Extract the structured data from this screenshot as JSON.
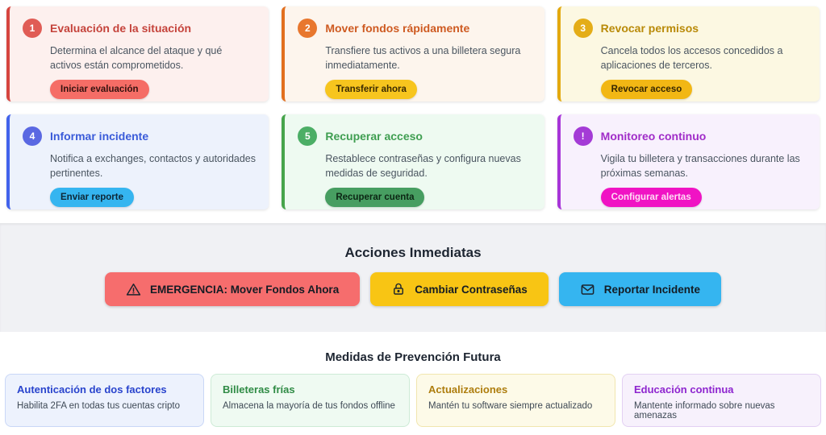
{
  "steps": [
    {
      "num": "1",
      "title": "Evaluación de la situación",
      "desc": "Determina el alcance del ataque y qué activos están comprometidos.",
      "button": "Iniciar evaluación",
      "colors": {
        "card_bg": "#fdf0ee",
        "accent": "#d6453f",
        "badge": "#e05c55",
        "title": "#c5433b",
        "btn_bg": "#f56d66",
        "btn_fg": "#33120f"
      }
    },
    {
      "num": "2",
      "title": "Mover fondos rápidamente",
      "desc": "Transfiere tus activos a una billetera segura inmediatamente.",
      "button": "Transferir ahora",
      "colors": {
        "card_bg": "#fdf5ed",
        "accent": "#e26f1e",
        "badge": "#e8772e",
        "title": "#ce5a21",
        "btn_bg": "#f7c51e",
        "btn_fg": "#3a2a02"
      }
    },
    {
      "num": "3",
      "title": "Revocar permisos",
      "desc": "Cancela todos los accesos concedidos a aplicaciones de terceros.",
      "button": "Revocar acceso",
      "colors": {
        "card_bg": "#fcf8e2",
        "accent": "#e3a90e",
        "badge": "#e4ad18",
        "title": "#b98a08",
        "btn_bg": "#f2b714",
        "btn_fg": "#362702"
      }
    },
    {
      "num": "4",
      "title": "Informar incidente",
      "desc": "Notifica a exchanges, contactos y autoridades pertinentes.",
      "button": "Enviar reporte",
      "colors": {
        "card_bg": "#edf2fc",
        "accent": "#4263eb",
        "badge": "#5a68e2",
        "title": "#3a5bd9",
        "btn_bg": "#35b5f0",
        "btn_fg": "#0d2737"
      }
    },
    {
      "num": "5",
      "title": "Recuperar acceso",
      "desc": "Restablece contraseñas y configura nuevas medidas de seguridad.",
      "button": "Recuperar cuenta",
      "colors": {
        "card_bg": "#eefaf1",
        "accent": "#46a44b",
        "badge": "#4cae66",
        "title": "#3f9e51",
        "btn_bg": "#479e61",
        "btn_fg": "#0c2614"
      }
    },
    {
      "num": "!",
      "title": "Monitoreo continuo",
      "desc": "Vigila tu billetera y transacciones durante las próximas semanas.",
      "button": "Configurar alertas",
      "colors": {
        "card_bg": "#f8f1fd",
        "accent": "#a735d8",
        "badge": "#a43bd6",
        "title": "#a02cc8",
        "btn_bg": "#f013c4",
        "btn_fg": "#ffddf5"
      }
    }
  ],
  "actions": {
    "heading": "Acciones Inmediatas",
    "buttons": [
      {
        "label": "EMERGENCIA: Mover Fondos Ahora",
        "icon": "warning-icon",
        "bg": "#f66d6d"
      },
      {
        "label": "Cambiar Contraseñas",
        "icon": "lock-icon",
        "bg": "#f8c514"
      },
      {
        "label": "Reportar Incidente",
        "icon": "envelope-icon",
        "bg": "#35b5f0"
      }
    ]
  },
  "prevention": {
    "heading": "Medidas de Prevención Futura",
    "cards": [
      {
        "title": "Autenticación de dos factores",
        "desc": "Habilita 2FA en todas tus cuentas cripto",
        "colors": {
          "bg": "#edf2fd",
          "border": "#c9d7f7",
          "title": "#2944cd"
        }
      },
      {
        "title": "Billeteras frías",
        "desc": "Almacena la mayoría de tus fondos offline",
        "colors": {
          "bg": "#effaf2",
          "border": "#cdebd6",
          "title": "#2f8b45"
        }
      },
      {
        "title": "Actualizaciones",
        "desc": "Mantén tu software siempre actualizado",
        "colors": {
          "bg": "#fdfae8",
          "border": "#f1e6ae",
          "title": "#ae7d0e"
        }
      },
      {
        "title": "Educación continua",
        "desc": "Mantente informado sobre nuevas amenazas",
        "colors": {
          "bg": "#f7f1fc",
          "border": "#e3d0f3",
          "title": "#8e25cf"
        }
      }
    ]
  }
}
